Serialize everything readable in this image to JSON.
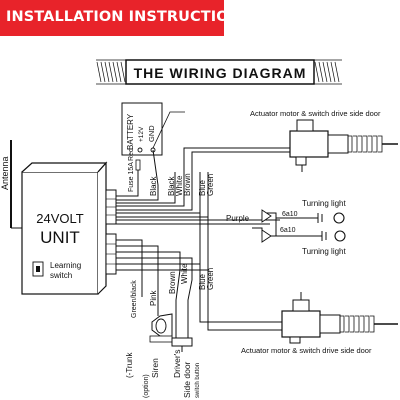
{
  "banner": {
    "text": "INSTALLATION INSTRUCTIONS",
    "color": "#e8232a"
  },
  "title": "THE WIRING DIAGRAM",
  "antenna_label": "Antenna",
  "unit": {
    "voltage": "24VOLT",
    "name": "UNIT",
    "learning_switch_line1": "Learning",
    "learning_switch_line2": "switch"
  },
  "battery": {
    "label": "BATTERY",
    "spec": "+12V",
    "gnd": "GND",
    "red_wire": "Red",
    "fuse": "Fuse 15A"
  },
  "wires_top": [
    "Black",
    "Black",
    "White",
    "Brown",
    "Blue",
    "Green"
  ],
  "wires_bottom": [
    "Green/black",
    "Pink",
    "Brown",
    "White",
    "Blue",
    "Green"
  ],
  "actuator_top_label": "Actuator motor & switch drive side door",
  "actuator_bottom_label": "Actuator motor & switch drive side door",
  "turning_light_top": "Turning light",
  "turning_light_bottom": "Turning light",
  "purple_wire": "Purple",
  "fuse_rating_1": "6a10",
  "fuse_rating_2": "6a10",
  "trunk_label": "(-Trunk",
  "siren_option": "(option)",
  "siren_label": "Siren",
  "drivers_label_1": "Driver's",
  "drivers_label_2": "Side door",
  "drivers_label_3": "switch button"
}
